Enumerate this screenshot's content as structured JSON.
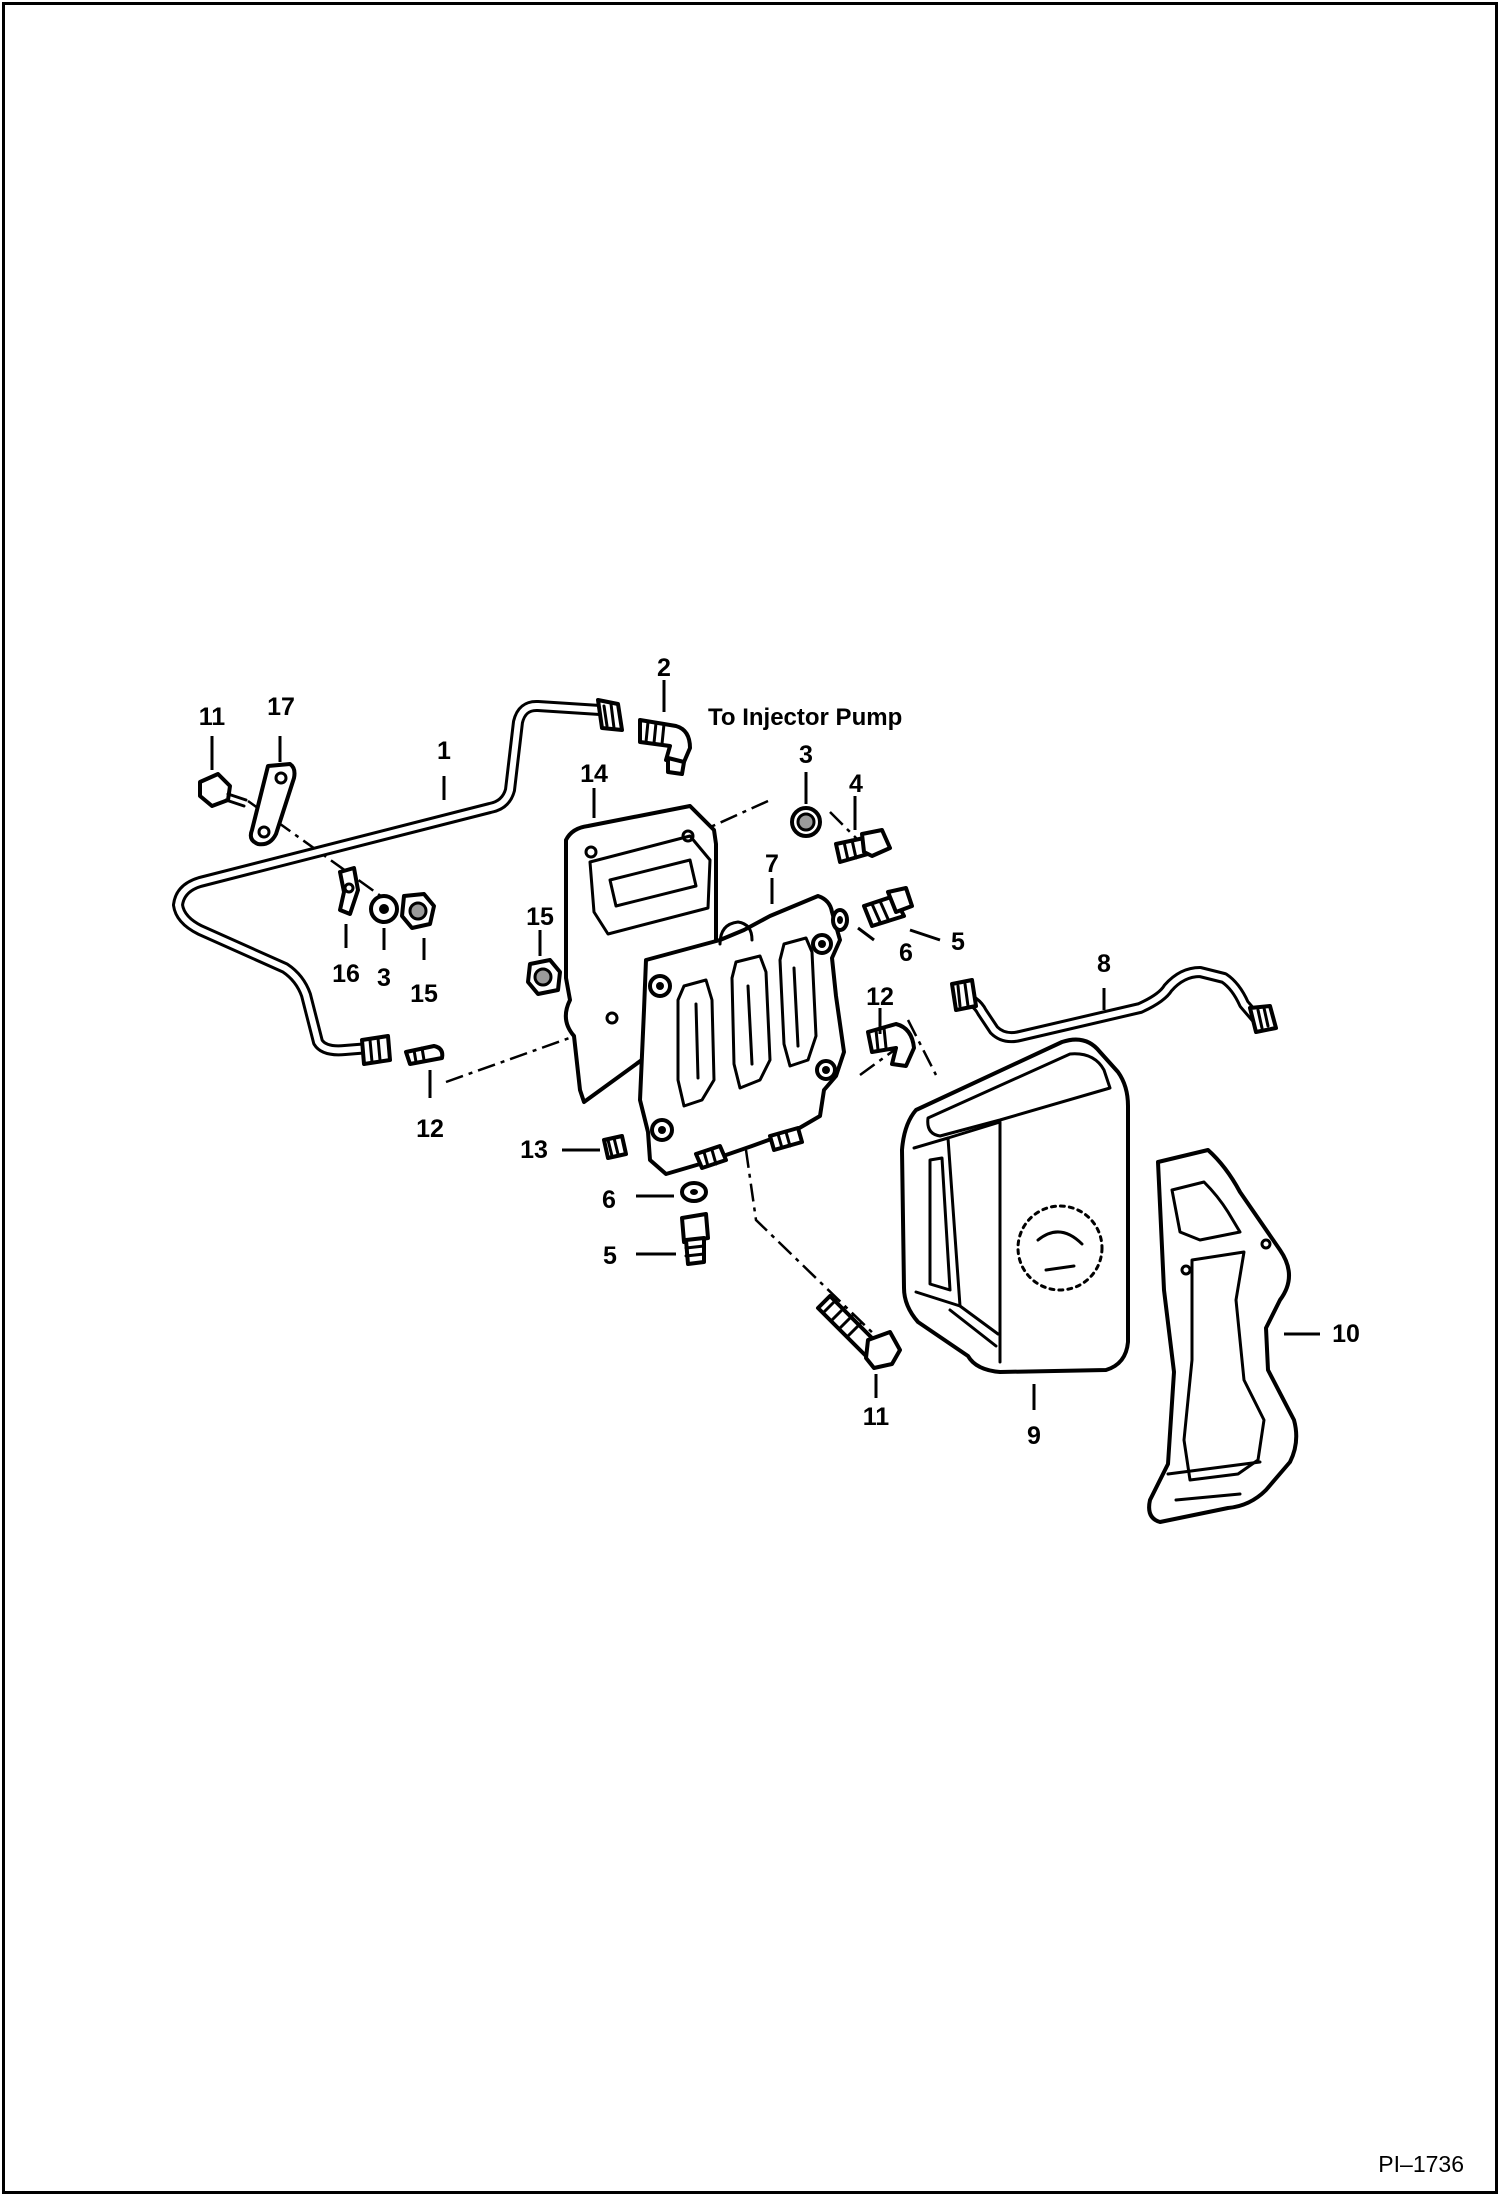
{
  "diagram": {
    "annotation": "To Injector Pump",
    "figure_id": "PI–1736",
    "callouts": {
      "c11a": "11",
      "c17": "17",
      "c2": "2",
      "c1": "1",
      "c14": "14",
      "c3a": "3",
      "c4": "4",
      "c7": "7",
      "c15a": "15",
      "c5a": "5",
      "c6a": "6",
      "c16": "16",
      "c3b": "3",
      "c15b": "15",
      "c8": "8",
      "c12a": "12",
      "c12b": "12",
      "c13": "13",
      "c6b": "6",
      "c5b": "5",
      "c11b": "11",
      "c9": "9",
      "c10": "10"
    }
  }
}
